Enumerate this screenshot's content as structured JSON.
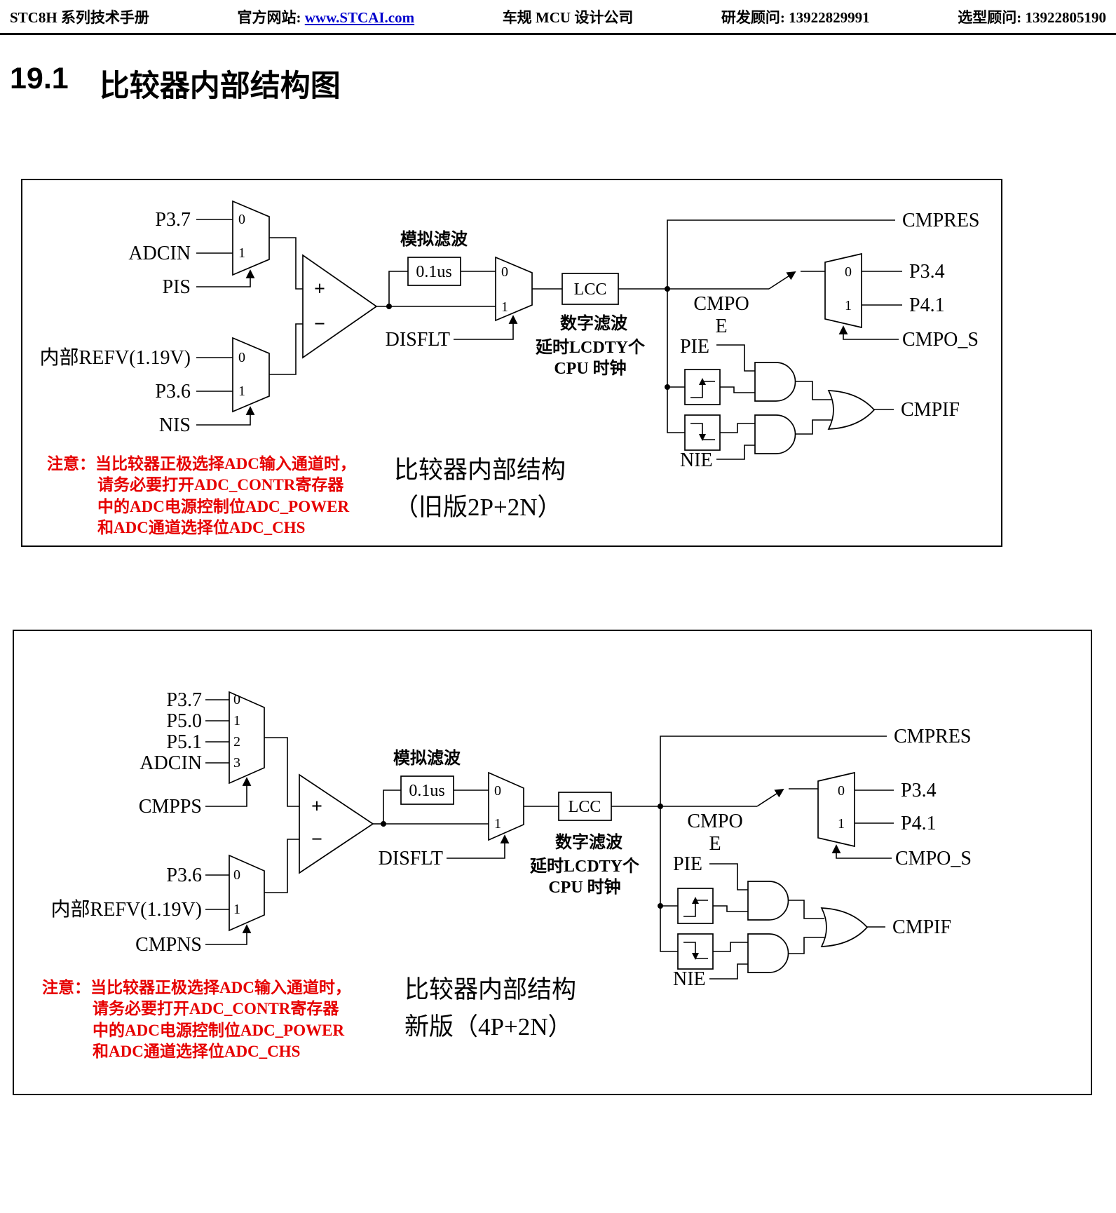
{
  "colors": {
    "note_red": "#e60000",
    "link_blue": "#0000cc"
  },
  "header": {
    "manual": "STC8H 系列技术手册",
    "website_label": "官方网站:",
    "website_link": "www.STCAI.com",
    "company": "车规 MCU 设计公司",
    "rd_contact": "研发顾问: 13922829991",
    "selection_contact": "选型顾问: 13922805190"
  },
  "section": {
    "number": "19.1",
    "title": "比较器内部结构图"
  },
  "shared": {
    "analog_filter": "模拟滤波",
    "filter_time": "0.1us",
    "disflt": "DISFLT",
    "lcc": "LCC",
    "digital_filter": [
      "数字滤波",
      "延时LCDTY个",
      "CPU 时钟"
    ],
    "cmpres": "CMPRES",
    "cmpo": [
      "CMPO",
      "E"
    ],
    "pie": "PIE",
    "nie": "NIE",
    "cmpif": "CMPIF",
    "out_pins": [
      "P3.4",
      "P4.1"
    ],
    "cmpo_s": "CMPO_S",
    "plus": "+",
    "minus": "−",
    "sel": [
      "0",
      "1",
      "2",
      "3"
    ],
    "note": {
      "prefix": "注意：",
      "line1": "当比较器正极选择ADC输入通道时，",
      "line2": "请务必要打开ADC_CONTR寄存器",
      "line3": "中的ADC电源控制位ADC_POWER",
      "line4": "和ADC通道选择位ADC_CHS"
    }
  },
  "diagram_old": {
    "pos_inputs": [
      "P3.7",
      "ADCIN"
    ],
    "pos_select": "PIS",
    "neg_inputs": [
      "内部REFV(1.19V)",
      "P3.6"
    ],
    "neg_select": "NIS",
    "caption": [
      "比较器内部结构",
      "（旧版2P+2N）"
    ]
  },
  "diagram_new": {
    "pos_inputs": [
      "P3.7",
      "P5.0",
      "P5.1",
      "ADCIN"
    ],
    "pos_select": "CMPPS",
    "neg_inputs": [
      "P3.6",
      "内部REFV(1.19V)"
    ],
    "neg_select": "CMPNS",
    "caption": [
      "比较器内部结构",
      "新版（4P+2N）"
    ]
  }
}
